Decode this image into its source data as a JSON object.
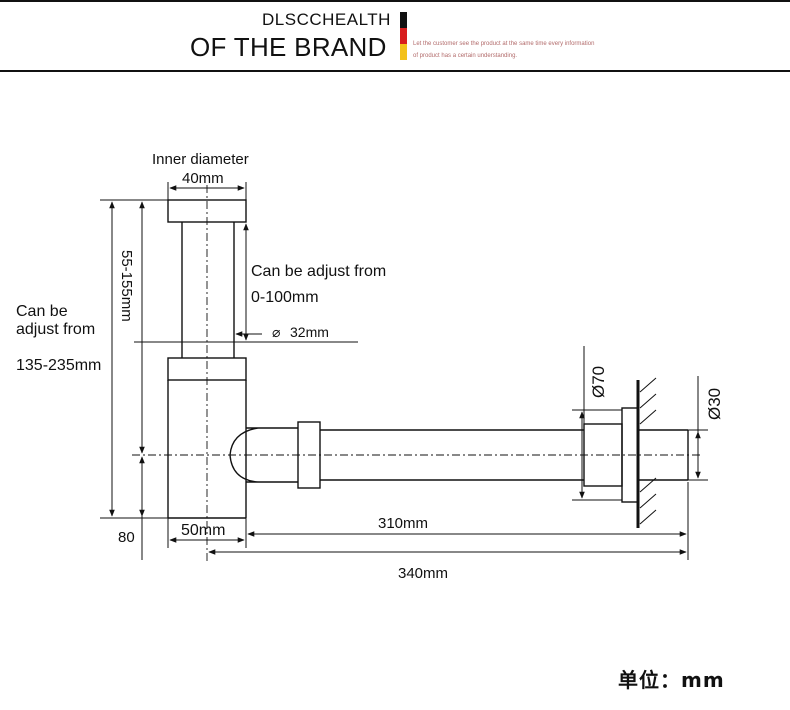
{
  "header": {
    "brand_name": "DLSCCHEALTH",
    "tagline": "OF THE BRAND",
    "slogan_line1": "Let the customer see the product at the same time every information",
    "slogan_line2": "of product has a certain understanding.",
    "flag_colors": [
      "#111111",
      "#d81e1e",
      "#f3c11b"
    ]
  },
  "diagram": {
    "inner_diameter_label": "Inner diameter",
    "inner_diameter_value": "40mm",
    "vertical_range_label": "55-155mm",
    "adjust_note_line1": "Can be adjust from",
    "adjust_note_line2": "0-100mm",
    "pipe_diameter": "32mm",
    "pipe_diameter_symbol": "⌀",
    "left_note_line1": "Can be",
    "left_note_line2": "adjust from",
    "left_note_line3": "135-235mm",
    "bottom_offset": "80",
    "outlet_offset": "50mm",
    "horizontal_length": "310mm",
    "total_length": "340mm",
    "flange_diameter": "Ø70",
    "outlet_diameter": "Ø30"
  },
  "footer": {
    "unit_label": "单位：mm"
  },
  "colors": {
    "line": "#111111",
    "background": "#ffffff"
  }
}
